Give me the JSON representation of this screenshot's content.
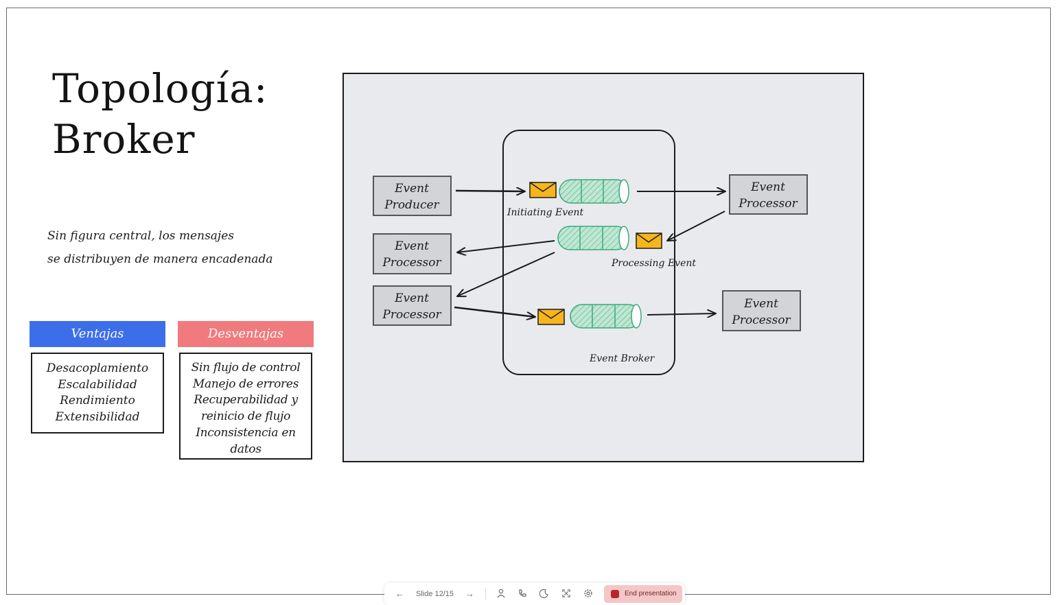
{
  "slide": {
    "title_line1": "Topología:",
    "title_line2": "Broker",
    "subtitle_line1": "Sin figura central, los mensajes",
    "subtitle_line2": "se distribuyen de manera encadenada"
  },
  "pros": {
    "header": "Ventajas",
    "items": [
      "Desacoplamiento",
      "Escalabilidad",
      "Rendimiento",
      "Extensibilidad"
    ]
  },
  "cons": {
    "header": "Desventajas",
    "items": [
      "Sin flujo de control",
      "Manejo de errores",
      "Recuperabilidad y",
      "reinicio de flujo",
      "Inconsistencia en",
      "datos"
    ]
  },
  "diagram": {
    "producer": [
      "Event",
      "Producer"
    ],
    "processor": [
      "Event",
      "Processor"
    ],
    "initiating_event_label": "Initiating Event",
    "processing_event_label": "Processing Event",
    "broker_label": "Event Broker",
    "colors": {
      "panel": "#e8eaed",
      "box_fill": "#d2d4d7",
      "envelope": "#f6b51c",
      "queue": "#bfe7d3",
      "queue_stroke": "#3aa876"
    }
  },
  "toolbar": {
    "prev_icon": "arrow-left-icon",
    "slide_counter": "Slide 12/15",
    "next_icon": "arrow-right-icon",
    "tool_icons": [
      "person-icon",
      "phone-icon",
      "pen-icon",
      "fullscreen-icon",
      "gear-icon"
    ],
    "end_label": "End presentation"
  }
}
